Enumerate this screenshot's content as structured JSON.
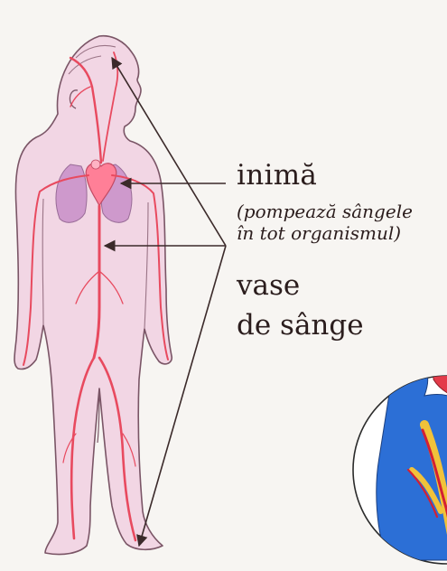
{
  "labels": {
    "heart": "inimă",
    "heart_note_line1": "(pompează sângele",
    "heart_note_line2": "în tot organismul)",
    "vessels_line1": "vase",
    "vessels_line2": "de sânge"
  },
  "colors": {
    "skin": "#f2d6e4",
    "outline": "#7a5566",
    "vessel": "#e84a5f",
    "heart": "#ff7f97",
    "lung": "#c88fc8",
    "arrow": "#3b2a2a",
    "heart_blue": "#2c6fd6",
    "heart_red": "#e33b49"
  }
}
